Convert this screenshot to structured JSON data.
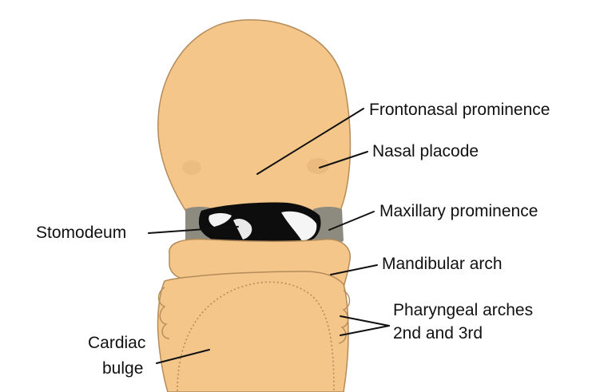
{
  "labels": {
    "frontonasal": "Frontonasal prominence",
    "nasal_placode": "Nasal placode",
    "maxillary": "Maxillary prominence",
    "stomodeum": "Stomodeum",
    "mandibular": "Mandibular arch",
    "pharyngeal_line1": "Pharyngeal arches",
    "pharyngeal_line2": "2nd and 3rd",
    "cardiac_line1": "Cardiac",
    "cardiac_line2": "bulge"
  },
  "colors": {
    "tissue": "#f4c68a",
    "tissue_edge": "#b58b5a",
    "tissue_shadow": "#e3b274",
    "maxillary_gray": "#8d8a80",
    "cavity": "#0d0d0d",
    "background": "#ffffff"
  }
}
